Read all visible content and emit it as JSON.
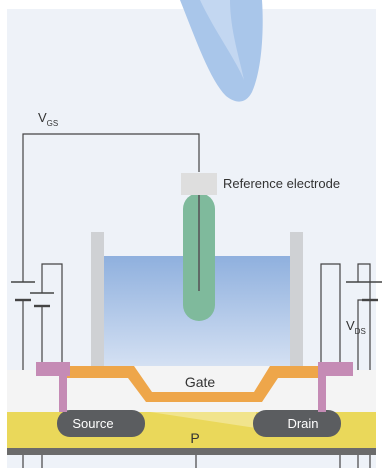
{
  "labels": {
    "vgs_main": "V",
    "vgs_sub": "GS",
    "vds_main": "V",
    "vds_sub": "DS",
    "reference_electrode": "Reference electrode",
    "gate": "Gate",
    "source": "Source",
    "drain": "Drain",
    "substrate": "P"
  },
  "colors": {
    "background": "#eef2f8",
    "glove": "#a9c6ea",
    "solution_top": "#8fb0de",
    "solution_bottom": "#dfe8f6",
    "beaker_wall": "#cfd1d4",
    "electrode_cap": "#dedede",
    "electrode_tube": "#7fba9c",
    "electrode_wire": "#5f6a66",
    "gate_layer": "#eea64a",
    "oxide_layer": "#f4f4f4",
    "substrate": "#ead85a",
    "source_drain": "#5b5d60",
    "contact": "#c58bb5",
    "wire": "#444444",
    "base": "#6b6b6b"
  }
}
